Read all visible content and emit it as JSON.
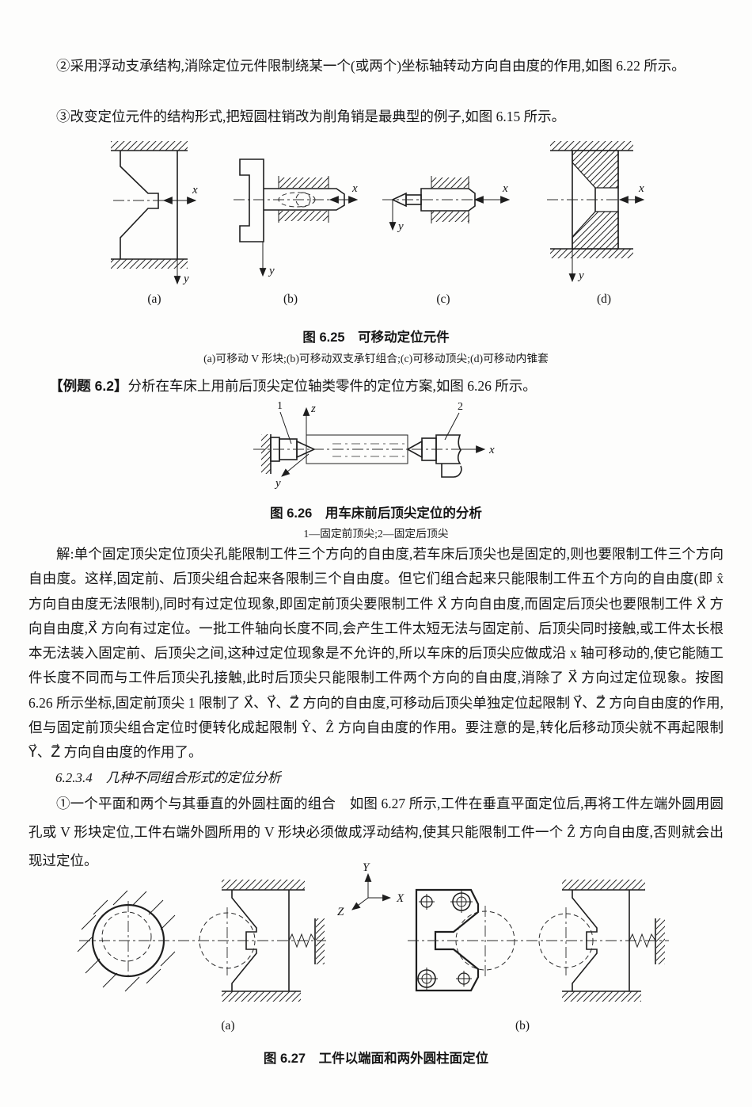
{
  "intro": {
    "p1": "②采用浮动支承结构,消除定位元件限制绕某一个(或两个)坐标轴转动方向自由度的作用,如图 6.22 所示。",
    "p2": "③改变定位元件的结构形式,把短圆柱销改为削角销是最典型的例子,如图 6.15 所示。"
  },
  "fig625": {
    "caption": "图 6.25　可移动定位元件",
    "subcaption": "(a)可移动 V 形块;(b)可移动双支承钉组合;(c)可移动顶尖;(d)可移动内锥套",
    "labels": {
      "x": "x",
      "y": "y",
      "a": "(a)",
      "b": "(b)",
      "c": "(c)",
      "d": "(d)"
    }
  },
  "example": {
    "tag": "【例题 6.2】",
    "body": "分析在车床上用前后顶尖定位轴类零件的定位方案,如图 6.26 所示。"
  },
  "fig626": {
    "caption": "图 6.26　用车床前后顶尖定位的分析",
    "subcaption": "1—固定前顶尖;2—固定后顶尖",
    "labels": {
      "x": "x",
      "y": "y",
      "z": "z",
      "n1": "1",
      "n2": "2"
    }
  },
  "solution": {
    "text": "解:单个固定顶尖定位顶尖孔能限制工件三个方向的自由度,若车床后顶尖也是固定的,则也要限制工件三个方向自由度。这样,固定前、后顶尖组合起来各限制三个自由度。但它们组合起来只能限制工件五个方向的自由度(即 x̂ 方向自由度无法限制),同时有过定位现象,即固定前顶尖要限制工件 X⃗ 方向自由度,而固定后顶尖也要限制工件 X⃗ 方向自由度,X⃗ 方向有过定位。一批工件轴向长度不同,会产生工件太短无法与固定前、后顶尖同时接触,或工件太长根本无法装入固定前、后顶尖之间,这种过定位现象是不允许的,所以车床的后顶尖应做成沿 x 轴可移动的,使它能随工件长度不同而与工件后顶尖孔接触,此时后顶尖只能限制工件两个方向的自由度,消除了 X⃗ 方向过定位现象。按图 6.26 所示坐标,固定前顶尖 1 限制了 X⃗、Y⃗、Z⃗ 方向的自由度,可移动后顶尖单独定位起限制 Y⃗、Z⃗ 方向自由度的作用,但与固定前顶尖组合定位时便转化成起限制 Ŷ、Ẑ 方向自由度的作用。要注意的是,转化后移动顶尖就不再起限制 Y⃗、Z⃗ 方向自由度的作用了。"
  },
  "section": {
    "heading": "6.2.3.4　几种不同组合形式的定位分析"
  },
  "item1": {
    "text": "①一个平面和两个与其垂直的外圆柱面的组合　如图 6.27 所示,工件在垂直平面定位后,再将工件左端外圆用圆孔或 V 形块定位,工件右端外圆所用的 V 形块必须做成浮动结构,使其只能限制工件一个 Ẑ 方向自由度,否则就会出现过定位。"
  },
  "fig627": {
    "caption": "图 6.27　工件以端面和两外圆柱面定位",
    "labels": {
      "X": "X",
      "Y": "Y",
      "Z": "Z",
      "a": "(a)",
      "b": "(b)"
    }
  }
}
